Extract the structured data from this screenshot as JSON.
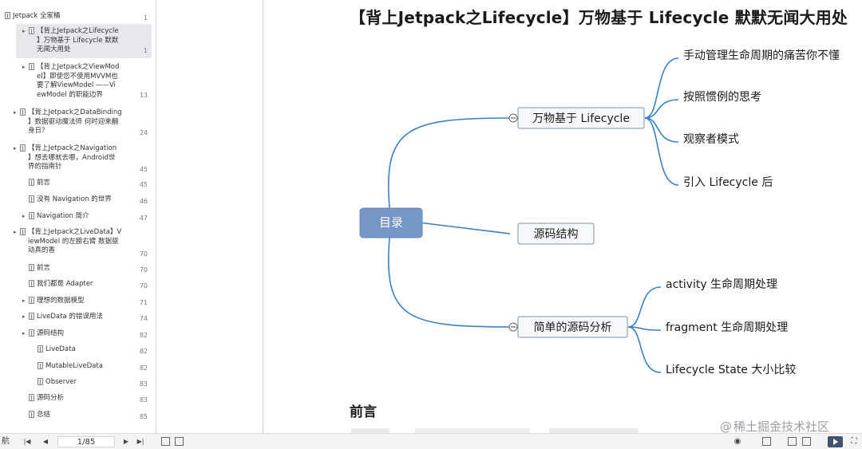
{
  "document": {
    "title": "【背上Jetpack之Lifecycle】万物基于 Lifecycle 默默无闻大用处",
    "section_heading": "前言",
    "watermark": "稀土掘金技术社区",
    "watermark_at": "@"
  },
  "toc": [
    {
      "label": "Jetpack 全家桶",
      "page": "1"
    },
    {
      "label": "【背上Jetpack之Lifecycle\n】万物基于 Lifecycle 默默\n无闻大用处",
      "page": "1",
      "selected": true
    },
    {
      "label": "【背上Jetpack之ViewMod\nel】即使您不使用MVVM也\n要了解ViewModel ——Vi\newModel 的职能边界",
      "page": "13"
    },
    {
      "label": "【背上Jetpack之DataBinding\n】数据驱动魔法师 何时迎来翻\n身日？",
      "page": "24"
    },
    {
      "label": "【背上Jetpack之Navigation\n】想去哪就去哪，Android世\n界的指南针",
      "page": "45"
    },
    {
      "label": "前言",
      "page": "45"
    },
    {
      "label": "没有 Navigation 的世界",
      "page": "46"
    },
    {
      "label": "Navigation 简介",
      "page": "47"
    },
    {
      "label": "【背上Jetpack之LiveData】V\niewModel 的左膀右臂 数据驱\n动真的香",
      "page": "70"
    },
    {
      "label": "前言",
      "page": "70"
    },
    {
      "label": "我们都是 Adapter",
      "page": "70"
    },
    {
      "label": "理想的数据模型",
      "page": "71"
    },
    {
      "label": "LiveData 的错误用法",
      "page": "74"
    },
    {
      "label": "源码结构",
      "page": "82"
    },
    {
      "label": "LiveData",
      "page": "82"
    },
    {
      "label": "MutableLiveData",
      "page": "82"
    },
    {
      "label": "Observer",
      "page": "83"
    },
    {
      "label": "源码分析",
      "page": "83"
    },
    {
      "label": "总结",
      "page": "85"
    }
  ],
  "mindmap": {
    "root": "目录",
    "branches": [
      {
        "label": "万物基于 Lifecycle",
        "children": [
          "手动管理生命周期的痛苦你不懂",
          "按照惯例的思考",
          "观察者模式",
          "引入 Lifecycle 后"
        ]
      },
      {
        "label": "源码结构",
        "children": []
      },
      {
        "label": "简单的源码分析",
        "children": [
          "activity 生命周期处理",
          "fragment 生命周期处理",
          "Lifecycle State 大小比较"
        ]
      }
    ]
  },
  "toolbar": {
    "page_value": "1/85",
    "first_page": "|◀",
    "prev_page": "◀",
    "next_page": "▶",
    "last_page": "▶|",
    "left_label": "航"
  },
  "colors": {
    "root_fill": "#7697c6",
    "branch_line": "#3b7fc4",
    "node_border": "#7f8fa4",
    "node_fill": "#f6f8fb"
  }
}
